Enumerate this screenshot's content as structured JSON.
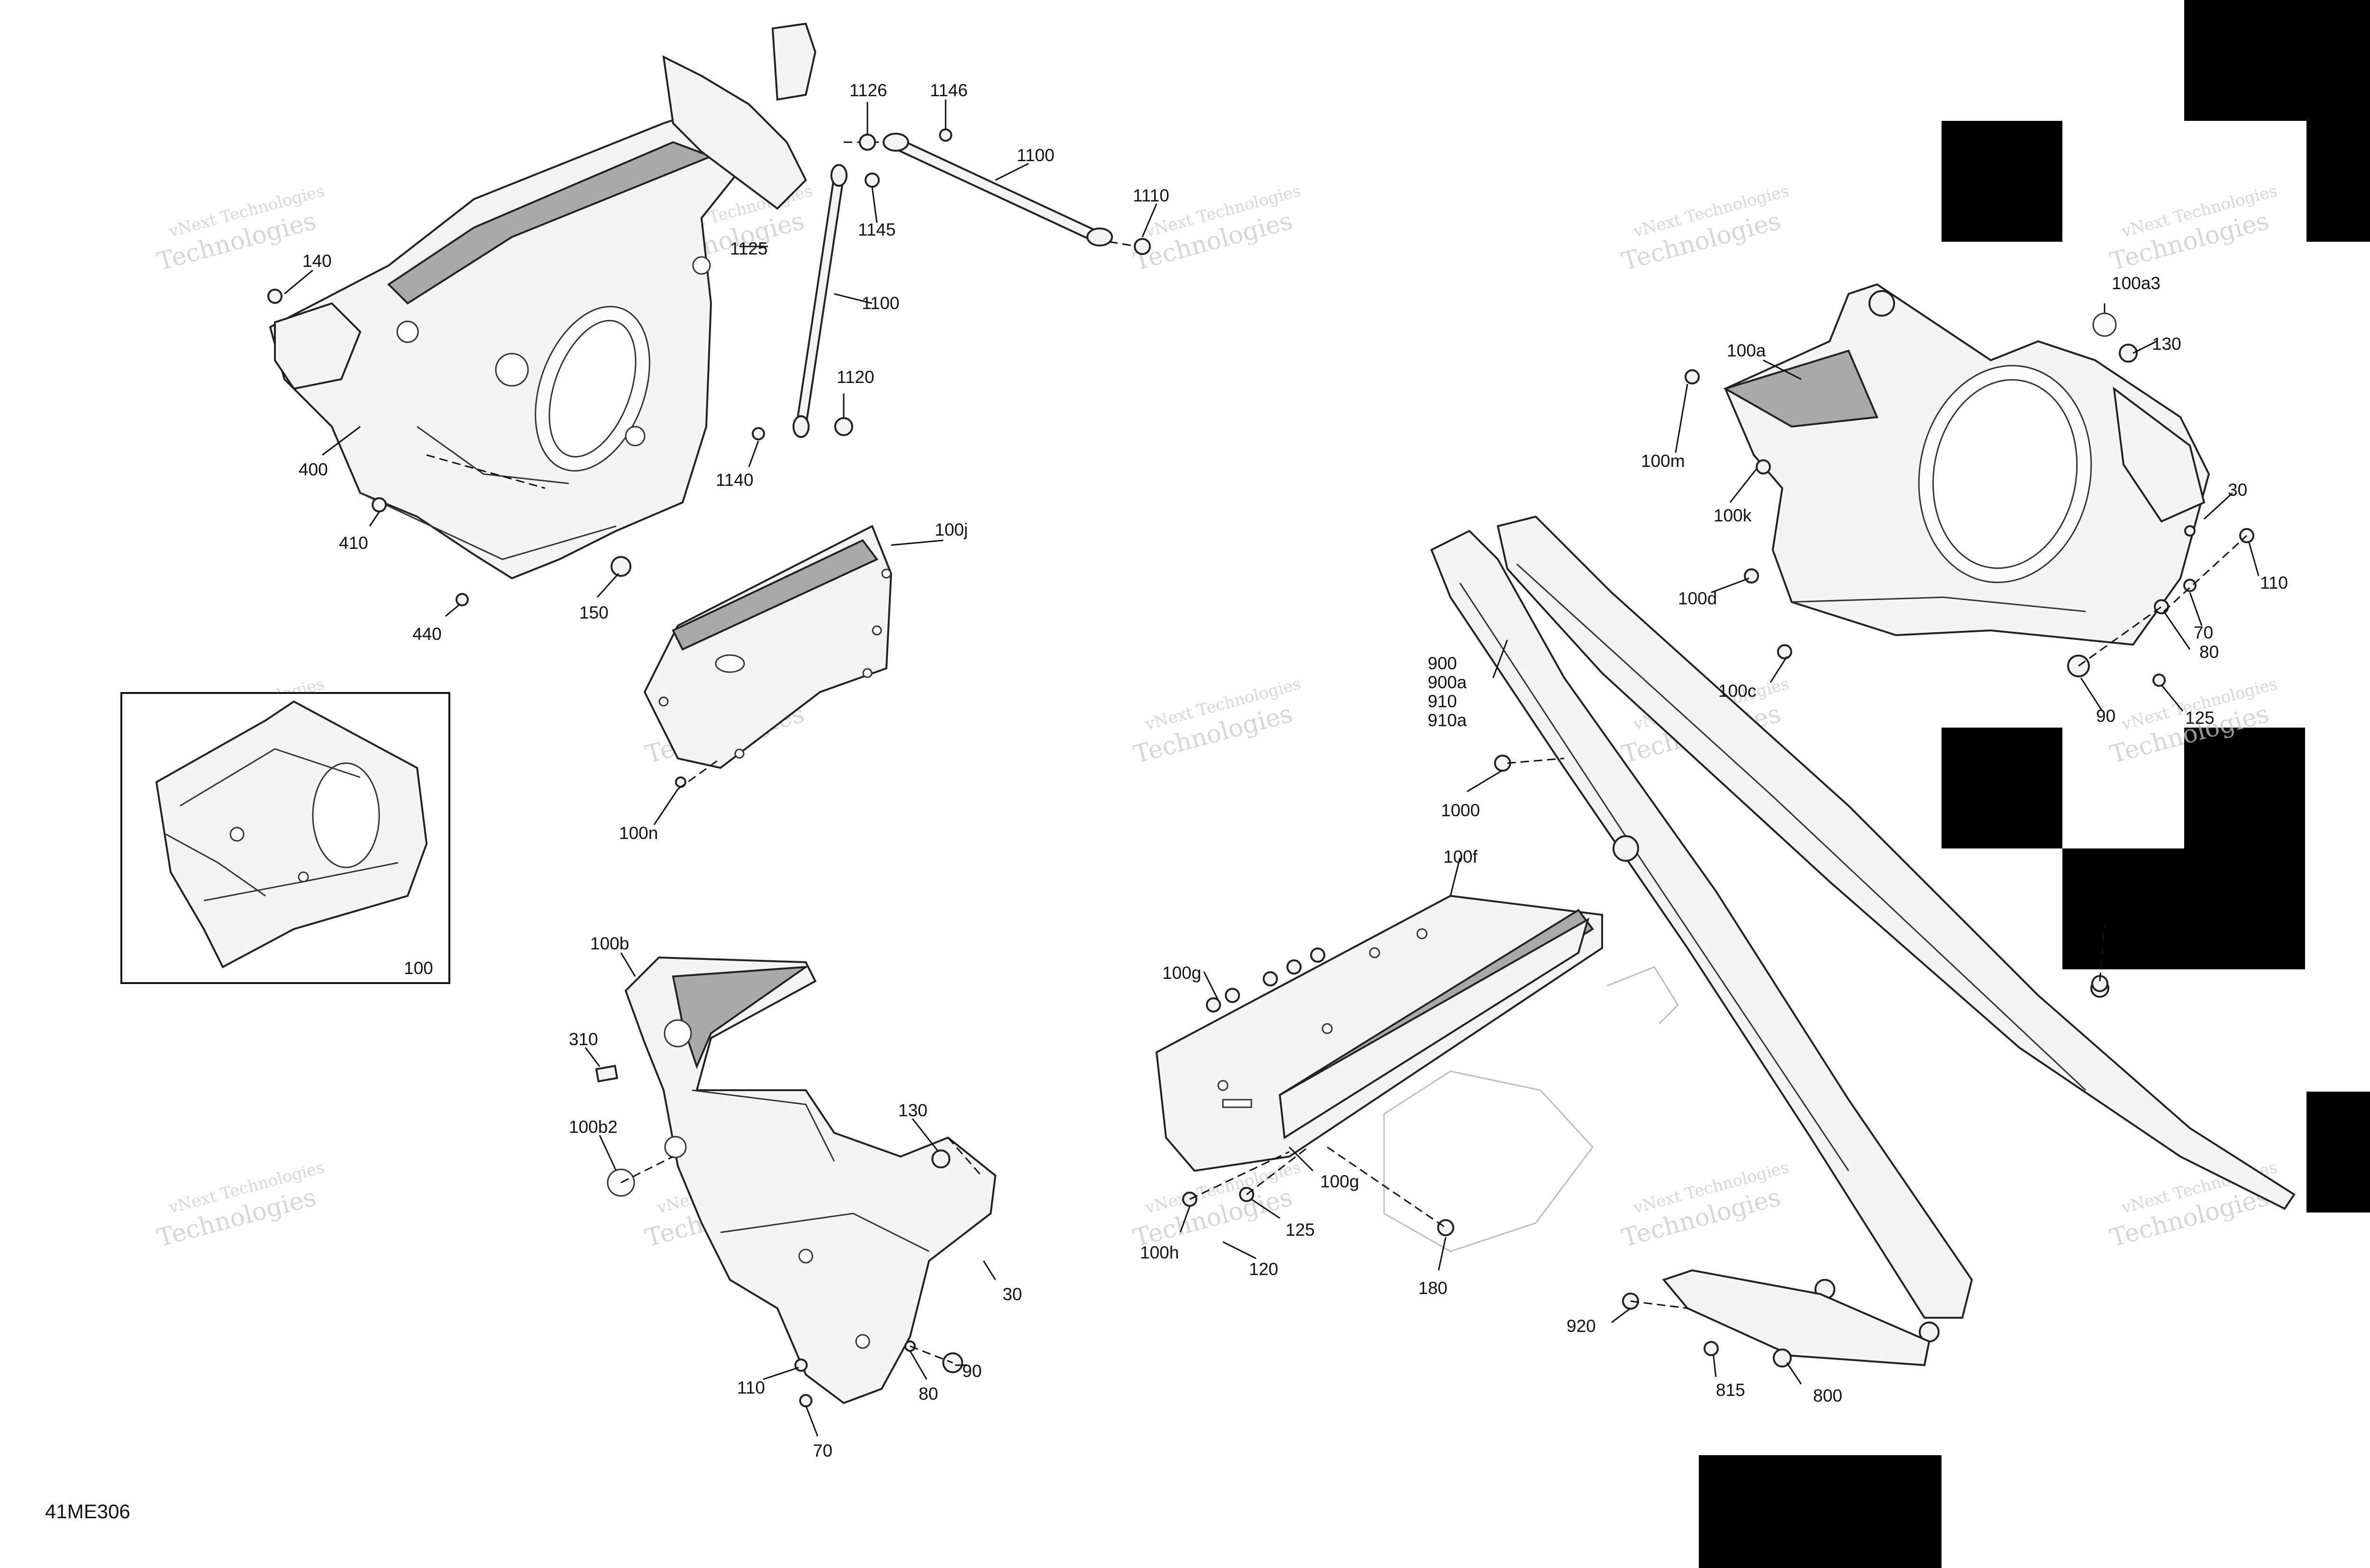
{
  "diagram_code": "41ME306",
  "watermark": {
    "line1": "vNext Technologies",
    "line2": "Technologies"
  },
  "callouts": {
    "c1126": "1126",
    "c1146": "1146",
    "c1100a": "1100",
    "c1110": "1110",
    "c1125a": "1125",
    "c1145": "1145",
    "c1100b": "1100",
    "c140": "140",
    "c1120": "1120",
    "c1140": "1140",
    "c400": "400",
    "c410": "410",
    "c150": "150",
    "c440": "440",
    "c100j": "100j",
    "c100n": "100n",
    "c100inset": "100",
    "c100b": "100b",
    "c310": "310",
    "c100b2": "100b2",
    "c130a": "130",
    "c30a": "30",
    "c110a": "110",
    "c80a": "80",
    "c90a": "90",
    "c70a": "70",
    "c100a3": "100a3",
    "c100a": "100a",
    "c130b": "130",
    "c100m": "100m",
    "c100k": "100k",
    "c30b": "30",
    "c100d": "100d",
    "c110b": "110",
    "c70b": "70",
    "c80b": "80",
    "c100c": "100c",
    "c90b": "90",
    "c125a": "125",
    "c900": "900",
    "c900a": "900a",
    "c910": "910",
    "c910a": "910a",
    "c1000": "1000",
    "c100f": "100f",
    "c100g_a": "100g",
    "c100g_b": "100g",
    "c125b": "125",
    "c100h": "100h",
    "c120": "120",
    "c180": "180",
    "c920": "920",
    "c815": "815",
    "c800": "800"
  }
}
